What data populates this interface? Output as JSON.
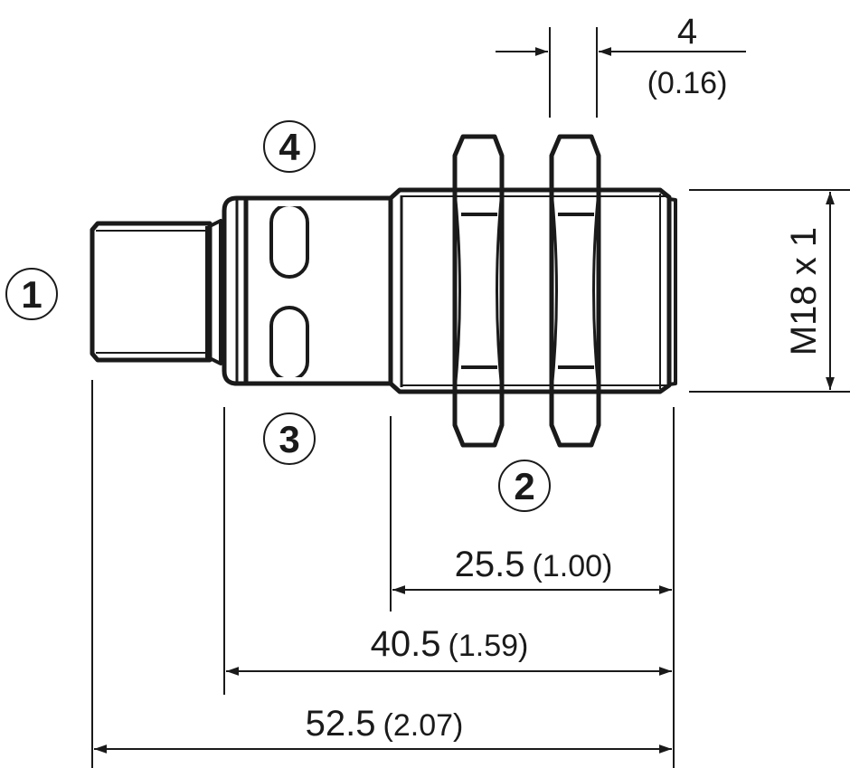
{
  "callouts": {
    "c1": "1",
    "c2": "2",
    "c3": "3",
    "c4": "4"
  },
  "dimensions": {
    "nut_width": {
      "value": "4",
      "inch": "(0.16)"
    },
    "thread": {
      "label": "M18 x 1"
    },
    "front_length": {
      "value": "25.5",
      "inch": "(1.00)"
    },
    "body_length": {
      "value": "40.5",
      "inch": "(1.59)"
    },
    "total_length": {
      "value": "52.5",
      "inch": "(2.07)"
    }
  },
  "colors": {
    "line": "#1a1a1a",
    "background": "#ffffff"
  }
}
